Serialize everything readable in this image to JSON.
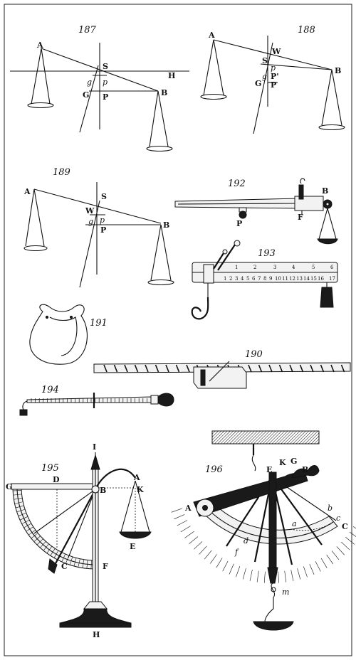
{
  "figures": {
    "f187": {
      "number": "187",
      "labels": [
        "A",
        "S",
        "H",
        "g",
        "p",
        "G",
        "P",
        "B"
      ]
    },
    "f188": {
      "number": "188",
      "labels": [
        "A",
        "W",
        "S",
        "B",
        "p",
        "g",
        "P'",
        "G",
        "P"
      ]
    },
    "f189": {
      "number": "189",
      "labels": [
        "A",
        "S",
        "W",
        "p",
        "g",
        "P",
        "B"
      ]
    },
    "f190": {
      "number": "190"
    },
    "f191": {
      "number": "191"
    },
    "f192": {
      "number": "192",
      "labels": [
        "B",
        "P",
        "F"
      ]
    },
    "f193": {
      "number": "193",
      "top_scale": [
        "1",
        "2",
        "3",
        "4",
        "5",
        "6"
      ],
      "bottom_scale": [
        "1",
        "2",
        "3",
        "4",
        "5",
        "6",
        "7",
        "8",
        "9",
        "10",
        "11",
        "12",
        "13",
        "14",
        "15",
        "16",
        "17"
      ]
    },
    "f194": {
      "number": "194"
    },
    "f195": {
      "number": "195",
      "labels": [
        "I",
        "A",
        "G",
        "D",
        "B",
        "K",
        "C",
        "E",
        "F",
        "H"
      ]
    },
    "f196": {
      "number": "196",
      "labels": [
        "E",
        "K",
        "G",
        "B",
        "A",
        "a",
        "b",
        "c",
        "C",
        "d",
        "f",
        "m"
      ]
    }
  }
}
